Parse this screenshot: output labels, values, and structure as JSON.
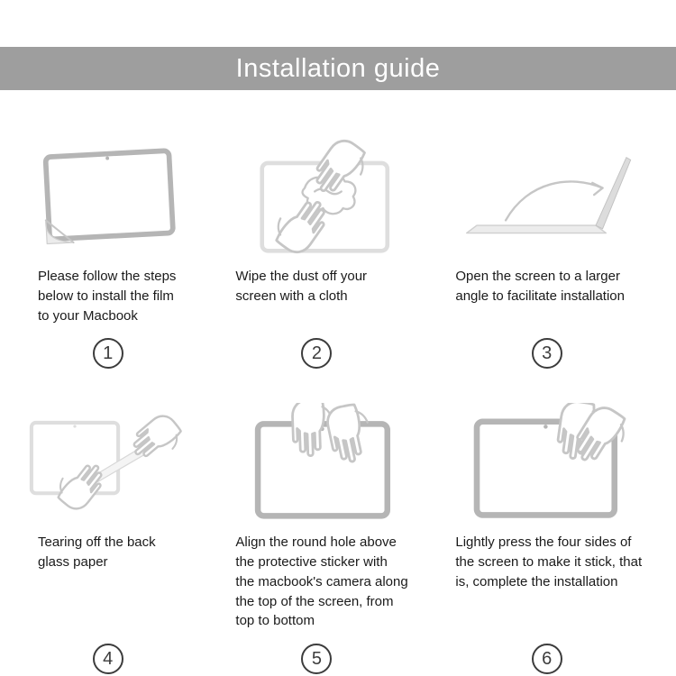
{
  "header": {
    "title": "Installation guide"
  },
  "colors": {
    "banner_bg": "#9e9e9e",
    "banner_text": "#ffffff",
    "frame_stroke": "#b5b5b5",
    "sketch_stroke": "#c6c6c6",
    "number_color": "#3c3c3c"
  },
  "steps": [
    {
      "num": "1",
      "icon": "macbook-film-corner-peel-icon",
      "caption": "Please follow the steps below to install the film to your Macbook"
    },
    {
      "num": "2",
      "icon": "wipe-screen-with-cloth-icon",
      "caption": "Wipe the dust off your screen with a cloth"
    },
    {
      "num": "3",
      "icon": "open-laptop-wide-angle-icon",
      "caption": "Open the screen to a larger angle to facilitate installation"
    },
    {
      "num": "4",
      "icon": "tear-off-back-paper-icon",
      "caption": "Tearing off the back glass paper"
    },
    {
      "num": "5",
      "icon": "align-camera-hole-icon",
      "caption": "Align the round hole above the protective sticker with the macbook's camera along the top of the screen, from top to bottom"
    },
    {
      "num": "6",
      "icon": "press-four-sides-icon",
      "caption": "Lightly press the four sides of the screen to make it stick, that is, complete the installation"
    }
  ]
}
